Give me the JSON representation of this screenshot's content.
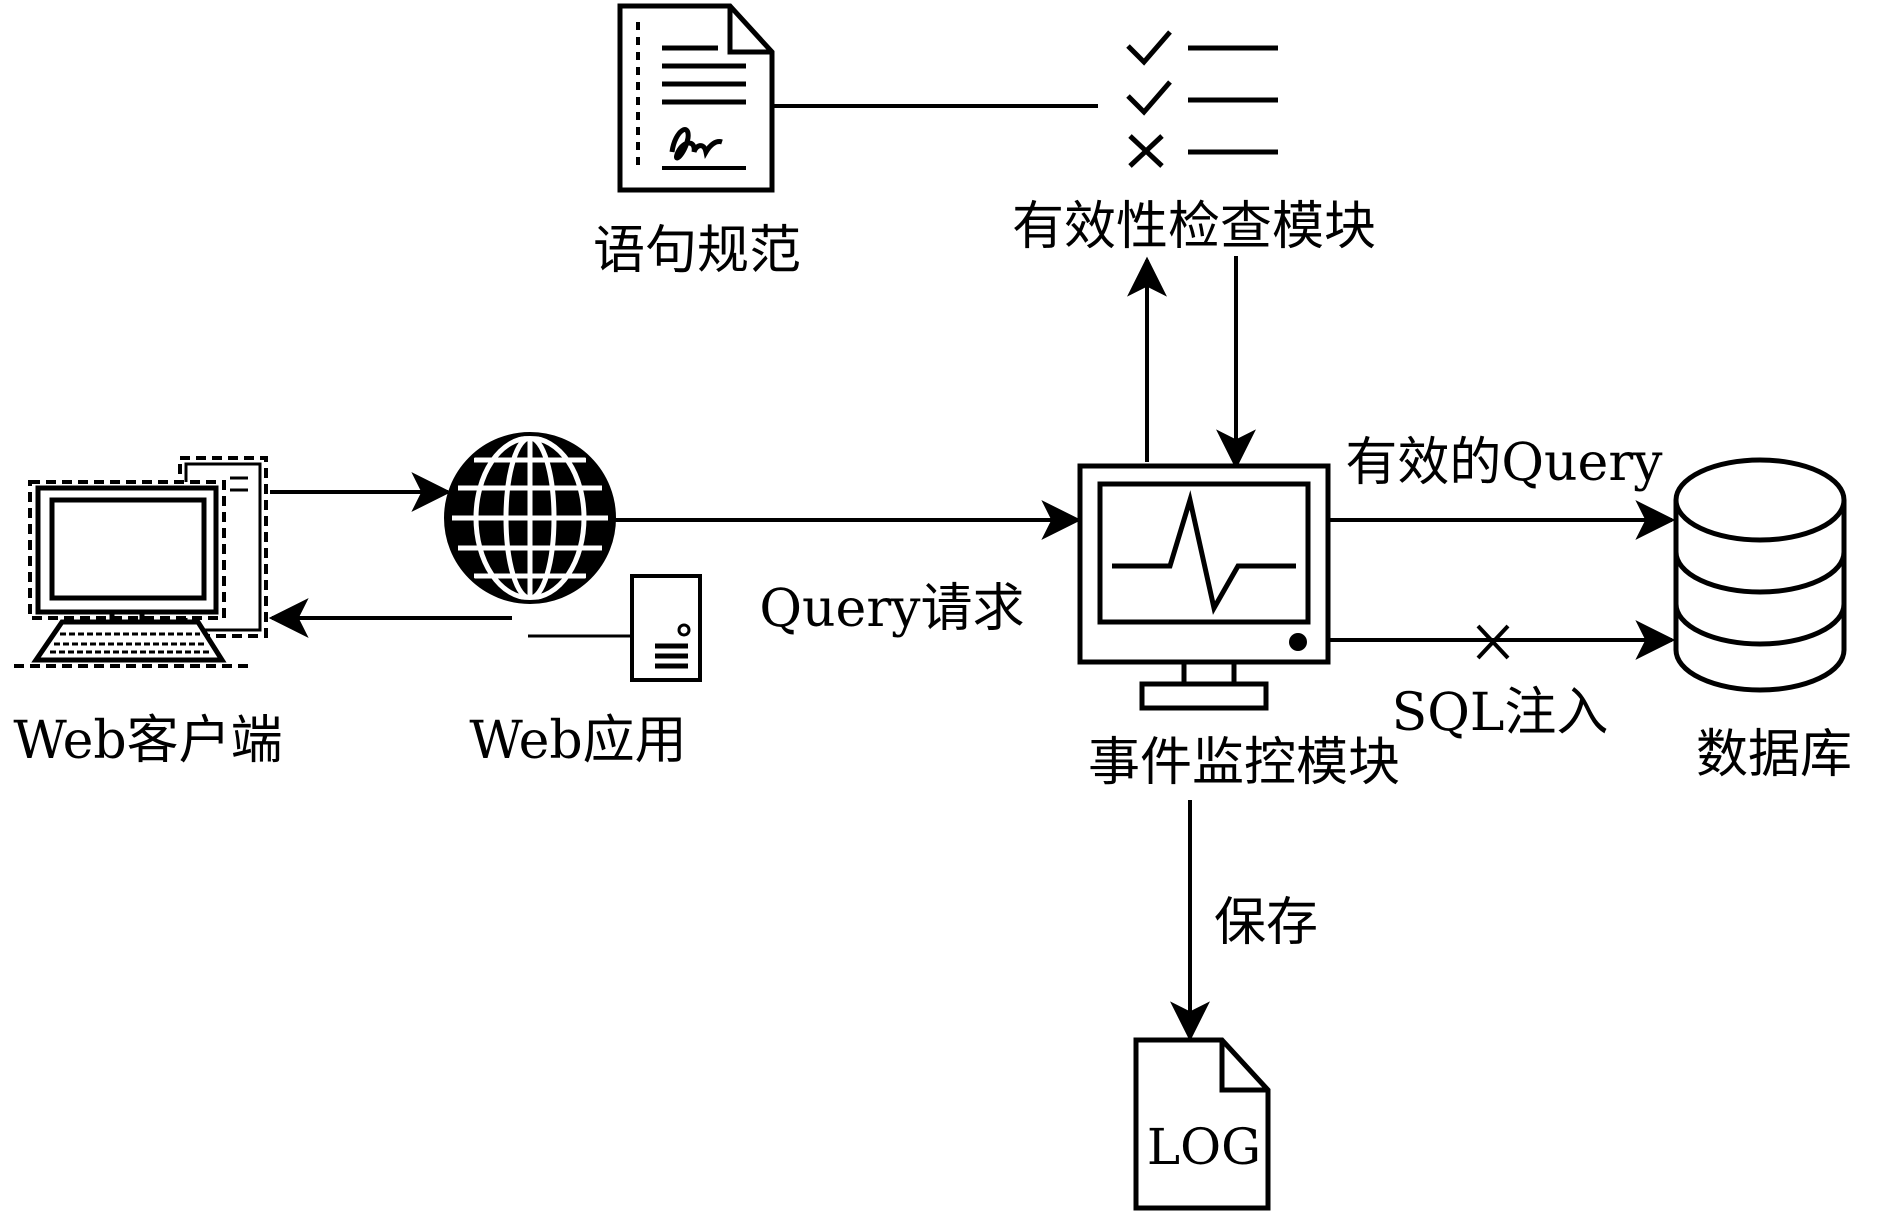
{
  "nodes": {
    "statement_spec": {
      "label": "语句规范",
      "icon": "signed-document-icon"
    },
    "validity_check": {
      "label": "有效性检查模块",
      "icon": "checklist-icon"
    },
    "web_client": {
      "label": "Web客户端",
      "icon": "desktop-computer-icon"
    },
    "web_app": {
      "label": "Web应用",
      "icon": "globe-server-icon"
    },
    "event_monitor": {
      "label": "事件监控模块",
      "icon": "monitor-pulse-icon"
    },
    "database": {
      "label": "数据库",
      "icon": "database-icon"
    },
    "log": {
      "label": "LOG",
      "icon": "log-file-icon"
    }
  },
  "edges": {
    "query_request": {
      "label": "Query请求"
    },
    "valid_query": {
      "label": "有效的Query"
    },
    "sql_injection": {
      "label": "SQL注入"
    },
    "save": {
      "label": "保存"
    }
  },
  "colors": {
    "stroke": "#000000",
    "background": "#ffffff"
  }
}
